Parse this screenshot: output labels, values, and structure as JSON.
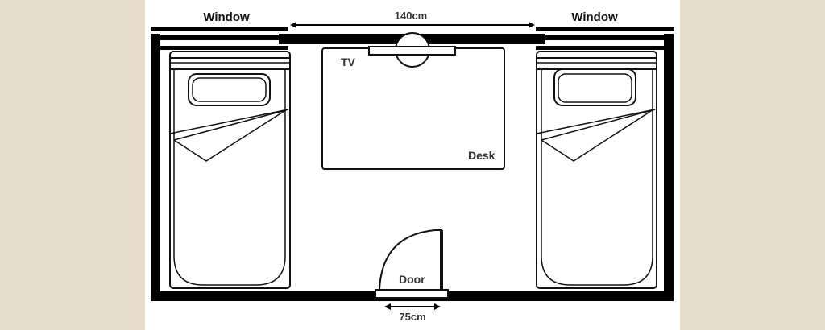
{
  "labels": {
    "window_left": "Window",
    "window_right": "Window",
    "top_dimension": "140cm",
    "tv": "TV",
    "desk": "Desk",
    "door": "Door",
    "door_dimension": "75cm"
  },
  "colors": {
    "page_background": "#e8dfca",
    "plan_background": "#ffffff",
    "wall": "#000000",
    "line": "#111111"
  },
  "elements": [
    "bed-left",
    "bed-right",
    "desk",
    "tv",
    "door",
    "window-left",
    "window-right"
  ]
}
